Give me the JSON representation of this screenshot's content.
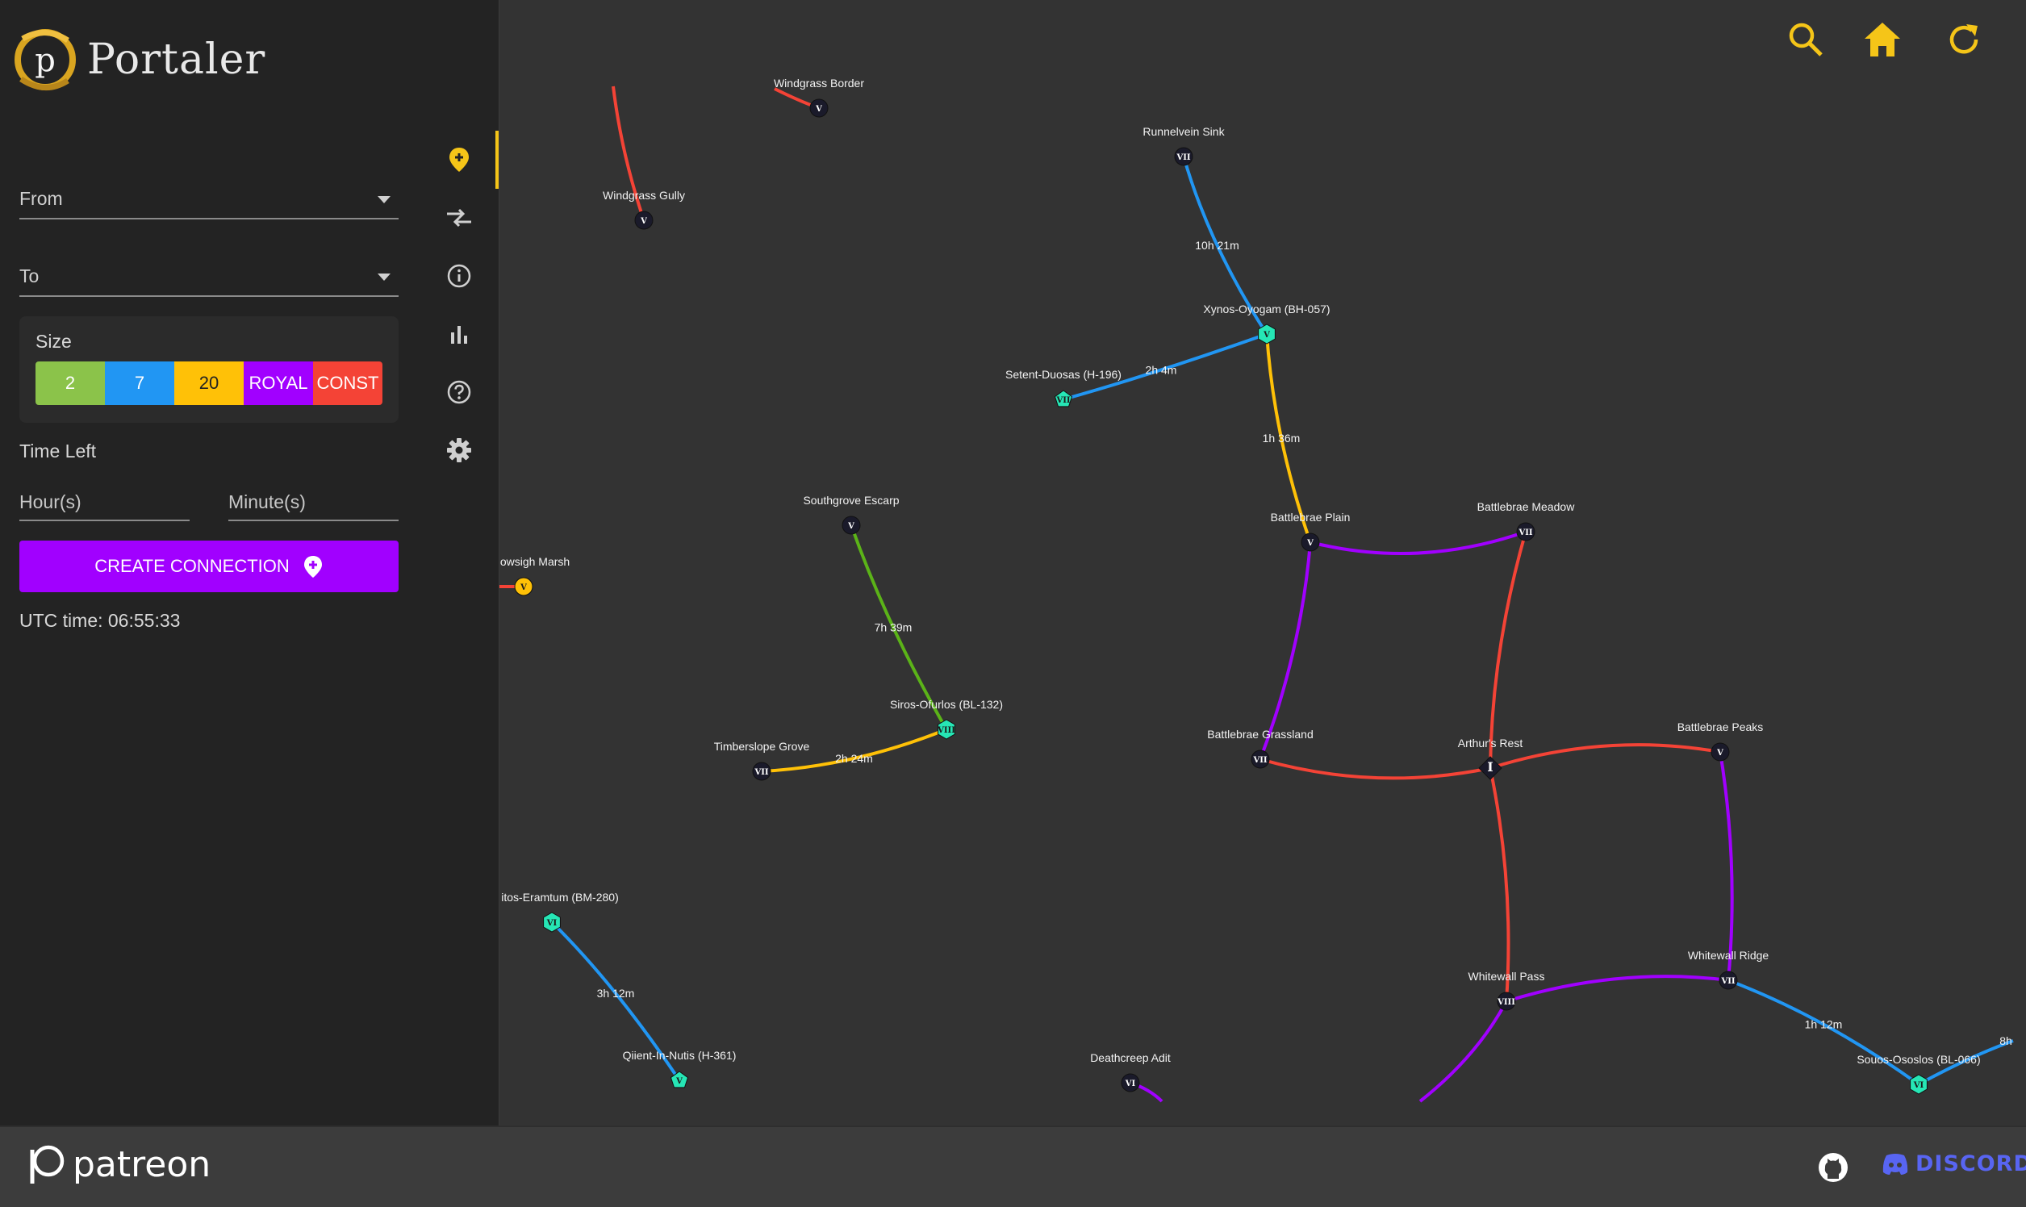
{
  "app": {
    "name": "Portaler"
  },
  "form": {
    "from_label": "From",
    "to_label": "To",
    "size_label": "Size",
    "sizes": [
      {
        "label": "2",
        "color": "#8bc34a"
      },
      {
        "label": "7",
        "color": "#2196f3"
      },
      {
        "label": "20",
        "color": "#ffc107"
      },
      {
        "label": "ROYAL",
        "color": "#a100ff"
      },
      {
        "label": "CONST",
        "color": "#f44336"
      }
    ],
    "time_left_label": "Time Left",
    "hours_placeholder": "Hour(s)",
    "minutes_placeholder": "Minute(s)",
    "create_label": "CREATE CONNECTION"
  },
  "utc_time": "UTC time: 06:55:33",
  "rail": [
    "add-portal-icon",
    "connect-icon",
    "info-icon",
    "stats-icon",
    "help-icon",
    "settings-icon"
  ],
  "toolbar": [
    "search-icon",
    "home-icon",
    "refresh-icon"
  ],
  "colors": {
    "accent": "#f5c518",
    "purple": "#a100ff",
    "red": "#f44336",
    "blue": "#2196f3",
    "yellow": "#ffc107",
    "green": "#5bb318",
    "teal": "#26e6b5"
  },
  "map": {
    "nodes": [
      {
        "id": "windgrass-border",
        "label": "Windgrass Border",
        "tier": "V"
      },
      {
        "id": "windgrass-gully",
        "label": "Windgrass Gully",
        "tier": "V"
      },
      {
        "id": "runnelvein-sink",
        "label": "Runnelvein Sink",
        "tier": "VII"
      },
      {
        "id": "xynos",
        "label": "Xynos-Oyogam (BH-057)",
        "tier": "V"
      },
      {
        "id": "setent",
        "label": "Setent-Duosas (H-196)",
        "tier": "VII"
      },
      {
        "id": "southgrove",
        "label": "Southgrove Escarp",
        "tier": "V"
      },
      {
        "id": "bowsigh",
        "label": "owsigh Marsh",
        "tier": "V"
      },
      {
        "id": "siros",
        "label": "Siros-Ofurlos (BL-132)",
        "tier": "VIII"
      },
      {
        "id": "timberslope",
        "label": "Timberslope Grove",
        "tier": "VII"
      },
      {
        "id": "bb-plain",
        "label": "Battlebrae Plain",
        "tier": "V"
      },
      {
        "id": "bb-meadow",
        "label": "Battlebrae Meadow",
        "tier": "VII"
      },
      {
        "id": "bb-grassland",
        "label": "Battlebrae Grassland",
        "tier": "VII"
      },
      {
        "id": "arthurs",
        "label": "Arthur's Rest",
        "tier": "I"
      },
      {
        "id": "bb-peaks",
        "label": "Battlebrae Peaks",
        "tier": "V"
      },
      {
        "id": "itos",
        "label": "itos-Eramtum (BM-280)",
        "tier": "VI"
      },
      {
        "id": "qiient",
        "label": "Qiient-In-Nutis (H-361)",
        "tier": "V"
      },
      {
        "id": "deathcreep",
        "label": "Deathcreep Adit",
        "tier": "VI"
      },
      {
        "id": "whitewall-pass",
        "label": "Whitewall Pass",
        "tier": "VIII"
      },
      {
        "id": "whitewall-ridge",
        "label": "Whitewall Ridge",
        "tier": "VII"
      },
      {
        "id": "souos",
        "label": "Souos-Ososlos (BL-066)",
        "tier": "VI"
      }
    ],
    "edges": [
      {
        "from": "runnelvein-sink",
        "to": "xynos",
        "size": "7",
        "time": "10h 21m"
      },
      {
        "from": "setent",
        "to": "xynos",
        "size": "7",
        "time": "2h 4m"
      },
      {
        "from": "xynos",
        "to": "bb-plain",
        "size": "20",
        "time": "1h 36m"
      },
      {
        "from": "southgrove",
        "to": "siros",
        "size": "2",
        "time": "7h 39m"
      },
      {
        "from": "timberslope",
        "to": "siros",
        "size": "20",
        "time": "2h 24m"
      },
      {
        "from": "bb-plain",
        "to": "bb-meadow",
        "size": "ROYAL",
        "time": ""
      },
      {
        "from": "bb-plain",
        "to": "bb-grassland",
        "size": "ROYAL",
        "time": ""
      },
      {
        "from": "bb-meadow",
        "to": "arthurs",
        "size": "CONST",
        "time": ""
      },
      {
        "from": "bb-grassland",
        "to": "arthurs",
        "size": "CONST",
        "time": ""
      },
      {
        "from": "arthurs",
        "to": "bb-peaks",
        "size": "CONST",
        "time": ""
      },
      {
        "from": "arthurs",
        "to": "whitewall-pass",
        "size": "CONST",
        "time": ""
      },
      {
        "from": "bb-peaks",
        "to": "whitewall-ridge",
        "size": "ROYAL",
        "time": ""
      },
      {
        "from": "whitewall-pass",
        "to": "whitewall-ridge",
        "size": "ROYAL",
        "time": ""
      },
      {
        "from": "whitewall-ridge",
        "to": "souos",
        "size": "7",
        "time": "1h 12m"
      },
      {
        "from": "itos",
        "to": "qiient",
        "size": "7",
        "time": "3h 12m"
      }
    ],
    "extra_label": "8h"
  },
  "footer": {
    "patreon": "patreon",
    "discord": "DISCORD"
  }
}
